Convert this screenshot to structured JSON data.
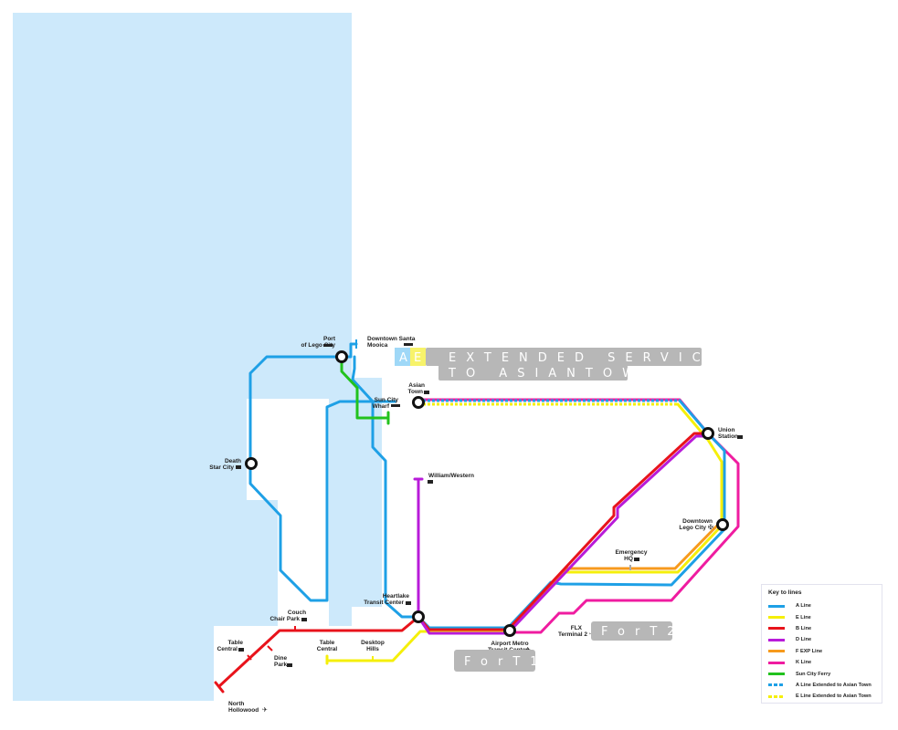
{
  "colors": {
    "water": "#cde9fb",
    "a_line": "#1ea0e6",
    "e_line": "#f5ef0a",
    "b_line": "#e8131b",
    "d_line": "#b81bd9",
    "f_exp_line": "#f79a1c",
    "k_line": "#ef1ca0",
    "ferry": "#22c21e",
    "banner": "#b7b7b7"
  },
  "stations": {
    "port": "Port",
    "port2": "of Lego City",
    "downtown_santa": "Downtown Santa",
    "downtown_santa2": "Mooica",
    "asian_town": "Asian",
    "asian_town2": "Town",
    "sun_city": "Sun City",
    "sun_city2": "Wharf",
    "death_star": "Death",
    "death_star2": "Star City",
    "william": "William/Western",
    "union": "Union",
    "union2": "Station",
    "downtown_lego": "Downtown",
    "downtown_lego2": "Lego City",
    "emergency": "Emergency",
    "emergency2": "HQ",
    "heartlake": "Heartlake",
    "heartlake2": "Transit Center",
    "couch": "Couch",
    "couch2": "Chair Park",
    "table_central_w": "Table",
    "table_central_w2": "Central",
    "table_central_e": "Table",
    "table_central_e2": "Central",
    "desktop": "Desktop",
    "desktop2": "Hills",
    "dine": "Dine",
    "dine2": "Park",
    "airport": "Airport Metro",
    "airport2": "Transit Center",
    "flx": "FLX",
    "flx2": "Terminal 2",
    "north_hollowood": "North",
    "north_hollowood2": "Hollowood"
  },
  "banners": {
    "extended_line1": "EXTENDED SERVICES",
    "extended_line2": "TO ASIANTOWN",
    "badge_a": "A",
    "badge_e": "E",
    "fort1": "ForT1",
    "fort2": "ForT2"
  },
  "legend": {
    "title": "Key to lines",
    "items": [
      {
        "label": "A Line",
        "color": "#1ea0e6",
        "dashed": false
      },
      {
        "label": "E Line",
        "color": "#f5ef0a",
        "dashed": false
      },
      {
        "label": "B Line",
        "color": "#e8131b",
        "dashed": false
      },
      {
        "label": "D Line",
        "color": "#b81bd9",
        "dashed": false
      },
      {
        "label": "F EXP Line",
        "color": "#f79a1c",
        "dashed": false
      },
      {
        "label": "K Line",
        "color": "#ef1ca0",
        "dashed": false
      },
      {
        "label": "Sun City Ferry",
        "color": "#22c21e",
        "dashed": false
      },
      {
        "label": "A Line Extended to Asian Town",
        "color": "#1ea0e6",
        "dashed": true
      },
      {
        "label": "E Line Extended to Asian Town",
        "color": "#f5ef0a",
        "dashed": true
      }
    ]
  }
}
